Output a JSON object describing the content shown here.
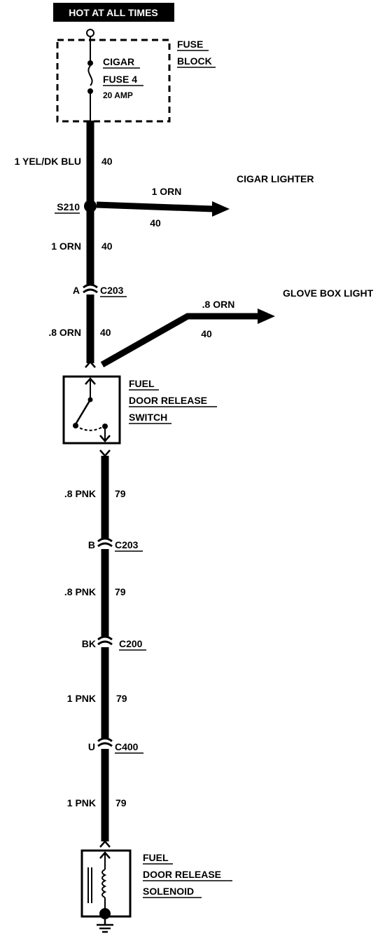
{
  "header": {
    "power_label": "HOT AT ALL TIMES"
  },
  "fuse_block": {
    "fuse_name": "CIGAR",
    "fuse_number": "FUSE 4",
    "fuse_rating": "20 AMP",
    "label_line1": "FUSE",
    "label_line2": "BLOCK"
  },
  "wires": {
    "w1": {
      "gauge_color": "1 YEL/DK BLU",
      "circuit": "40"
    },
    "w2": {
      "gauge_color": "1 ORN",
      "circuit": "40"
    },
    "w3": {
      "gauge_color": ".8 ORN",
      "circuit": "40"
    },
    "w4": {
      "gauge_color": ".8 PNK",
      "circuit": "79"
    },
    "w5": {
      "gauge_color": ".8 PNK",
      "circuit": "79"
    },
    "w6": {
      "gauge_color": "1 PNK",
      "circuit": "79"
    },
    "w7": {
      "gauge_color": "1 PNK",
      "circuit": "79"
    }
  },
  "branches": {
    "cigar": {
      "gauge_color": "1 ORN",
      "circuit": "40",
      "destination": "CIGAR LIGHTER"
    },
    "glove": {
      "gauge_color": ".8 ORN",
      "circuit": "40",
      "destination": "GLOVE BOX LIGHT"
    }
  },
  "splice": {
    "id": "S210"
  },
  "connectors": {
    "c1": {
      "pin": "A",
      "id": "C203"
    },
    "c2": {
      "pin": "B",
      "id": "C203"
    },
    "c3": {
      "pin": "BK",
      "id": "C200"
    },
    "c4": {
      "pin": "U",
      "id": "C400"
    }
  },
  "switch": {
    "line1": "FUEL",
    "line2": "DOOR RELEASE",
    "line3": "SWITCH"
  },
  "solenoid": {
    "line1": "FUEL",
    "line2": "DOOR RELEASE",
    "line3": "SOLENOID"
  },
  "colors": {
    "ink": "#000000",
    "paper": "#ffffff"
  }
}
